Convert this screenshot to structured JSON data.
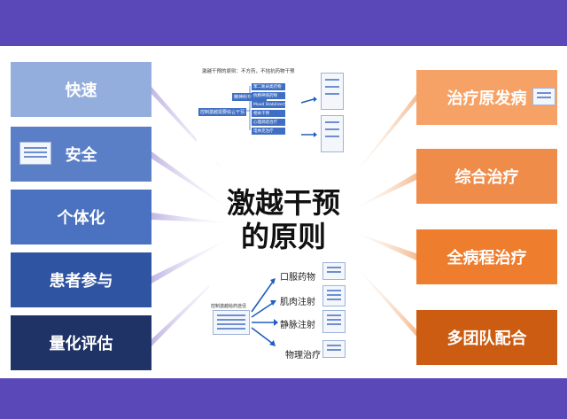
{
  "title_line1": "激越干预",
  "title_line2": "的原则",
  "left_items": [
    {
      "label": "快速",
      "color": "#93aedd"
    },
    {
      "label": "安全",
      "color": "#5b7fc7"
    },
    {
      "label": "个体化",
      "color": "#4a72c0"
    },
    {
      "label": "患者参与",
      "color": "#2f54a2"
    },
    {
      "label": "量化评估",
      "color": "#1f3366"
    }
  ],
  "right_items": [
    {
      "label": "治疗原发病",
      "color": "#f6a267"
    },
    {
      "label": "综合治疗",
      "color": "#f08c4a"
    },
    {
      "label": "全病程治疗",
      "color": "#ee7d2e"
    },
    {
      "label": "多团队配合",
      "color": "#cc5c11"
    }
  ],
  "top_thumb": {
    "title": "激越干预的原则：不方药，不拮抗药物干预",
    "root": "控制激越需要综合干预",
    "branch": "精神科专业治疗",
    "items": [
      "苯二氮卓类药物",
      "抗精神病药物",
      "Mood Stabilizer合并应用",
      "相关干预",
      "心理调适治疗",
      "电休克治疗"
    ]
  },
  "bottom_thumb": {
    "root": "控制激越给药途径",
    "routes": [
      "口服药物",
      "肌肉注射",
      "静脉注射",
      "物理治疗"
    ]
  },
  "colors": {
    "background": "#5b48b8",
    "ray_left": "#c9bde6",
    "ray_right": "#f3c29f"
  }
}
